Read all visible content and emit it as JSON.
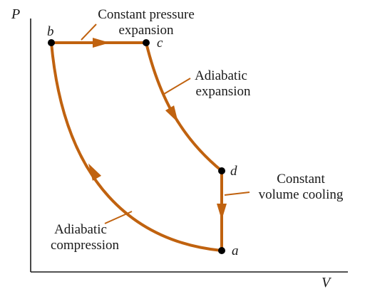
{
  "axes": {
    "y_label": "P",
    "x_label": "V"
  },
  "points": {
    "a": "a",
    "b": "b",
    "c": "c",
    "d": "d"
  },
  "processes": {
    "b_to_c": {
      "line1": "Constant pressure",
      "line2": "expansion"
    },
    "c_to_d": {
      "line1": "Adiabatic",
      "line2": "expansion"
    },
    "d_to_a": {
      "line1": "Constant",
      "line2": "volume cooling"
    },
    "a_to_b": {
      "line1": "Adiabatic",
      "line2": "compression"
    }
  },
  "colors": {
    "curve": "#c0620f",
    "axis": "#1a1a1a",
    "point": "#000000",
    "arrow": "#c0620f"
  }
}
